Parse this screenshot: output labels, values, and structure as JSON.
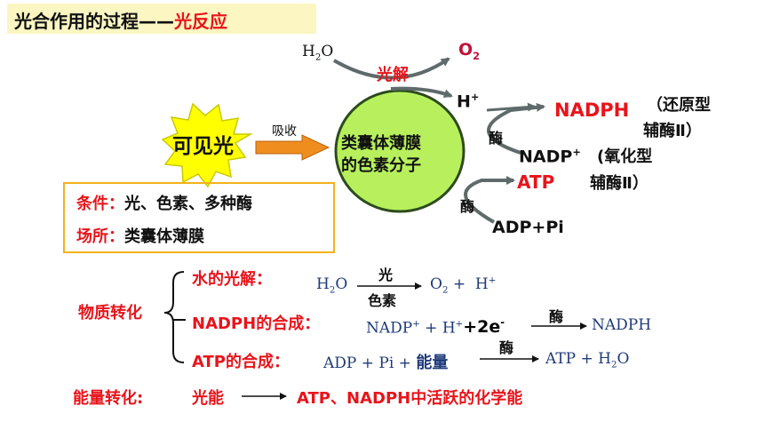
{
  "title": {
    "part1": "光合作用的过程——",
    "part2": "光反应"
  },
  "sun_label": "可见光",
  "absorb_label": "吸收",
  "thylakoid": {
    "line1": "类囊体薄膜",
    "line2": "的色素分子"
  },
  "top": {
    "h2o": {
      "base": "H",
      "sub": "2",
      "tail": "O"
    },
    "o2": {
      "base": "O",
      "sub": "2"
    },
    "photolysis": "光解",
    "h_plus": {
      "base": "H",
      "sup": "+"
    }
  },
  "nadph_branch": {
    "nadph": "NADPH",
    "nadph_note_1": "（还原型",
    "nadph_note_2": "辅酶Ⅱ）",
    "enzyme": "酶",
    "nadp": {
      "base": "NADP",
      "sup": "+"
    },
    "nadp_note_1": "(氧化型",
    "nadp_note_2": "辅酶Ⅱ）"
  },
  "atp_branch": {
    "atp": "ATP",
    "enzyme": "酶",
    "adp": "ADP+Pi"
  },
  "conditions": {
    "label": "条件：",
    "value": "光、色素、多种酶",
    "place_label": "场所：",
    "place_value": "类囊体薄膜"
  },
  "material": {
    "label": "物质转化",
    "water": {
      "label": "水的光解：",
      "lhs": {
        "base": "H",
        "sub": "2",
        "tail": "O"
      },
      "over": "光",
      "under": "色素",
      "rhs1": {
        "base": "O",
        "sub": "2"
      },
      "plus": " +  ",
      "rhs2": {
        "base": "H",
        "sup": "+"
      }
    },
    "nadph": {
      "label": "NADPH的合成：",
      "lhs1": {
        "base": "NADP",
        "sup": "+"
      },
      "plus1": " + ",
      "lhs2": {
        "base": "H",
        "sup": "+"
      },
      "e": {
        "base": "+2e",
        "sup": "-"
      },
      "over": "酶",
      "rhs": "NADPH"
    },
    "atp": {
      "label": "ATP的合成：",
      "lhs": "ADP + Pi + ",
      "energy": "能量",
      "under": "酶",
      "rhs": {
        "text": "ATP + H",
        "sub": "2",
        "tail": "O"
      }
    }
  },
  "energy": {
    "label": "能量转化:",
    "from": "光能",
    "to": "ATP、NADPH中活跃的化学能"
  },
  "colors": {
    "red": "#e8141b",
    "blue": "#1f3a7a",
    "sun": "#ffff00",
    "circle": "#b7f05c",
    "box_border": "#f3b21b",
    "title_bg": "#fbf6c2",
    "arrow": "#5f6b6b"
  }
}
